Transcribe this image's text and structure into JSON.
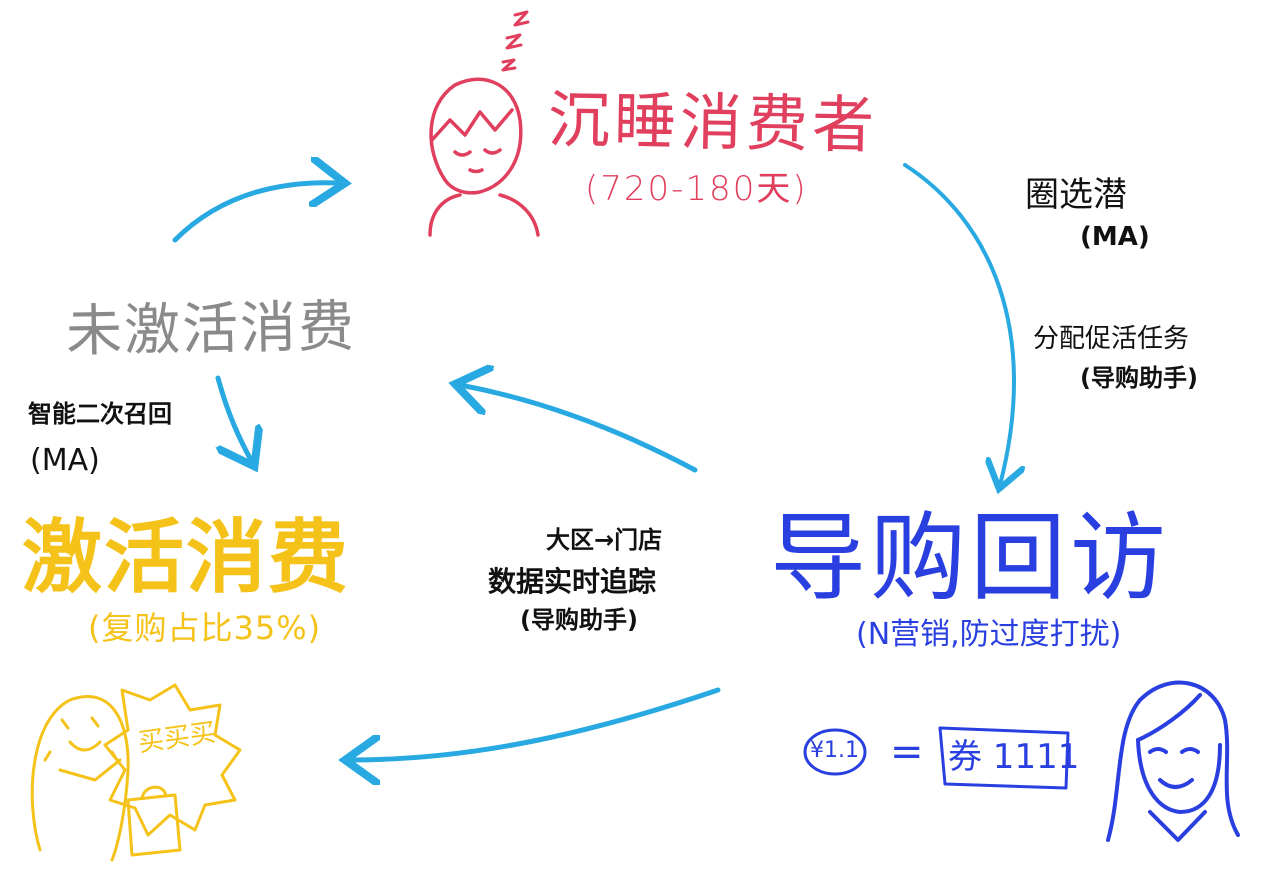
{
  "colors": {
    "sleeping": "#e0405e",
    "revisit": "#2a3fe0",
    "active": "#f5c21a",
    "inactive": "#8a8a8a",
    "arrow": "#29a9e1",
    "note": "#111111"
  },
  "nodes": {
    "sleeping": {
      "title": "沉睡消费者",
      "subtitle": "(720-180天)"
    },
    "inactive": {
      "title": "未激活消费"
    },
    "active": {
      "title": "激活消费",
      "subtitle": "(复购占比35%)",
      "bubble_text": "买买买"
    },
    "revisit": {
      "title": "导购回访",
      "subtitle": "(N营销,防过度打扰)",
      "coin_label": "¥1.1",
      "equals": "=",
      "coupon_label": "券 1111"
    }
  },
  "annotations": {
    "circle_select": {
      "line1": "圈选潜",
      "line2": "(MA)"
    },
    "assign_task": {
      "line1": "分配促活任务",
      "line2": "(导购助手)"
    },
    "smart_recall": {
      "line1": "智能二次召回",
      "line2": "(MA)"
    },
    "data_track": {
      "line1": "大区→门店",
      "line2": "数据实时追踪",
      "line3": "(导购助手)"
    }
  },
  "icons": [
    "sleeping-face-icon",
    "zzz-icon",
    "girl-face-icon",
    "happy-blob-icon",
    "coin-icon",
    "coupon-icon",
    "shopping-bag-icon"
  ]
}
